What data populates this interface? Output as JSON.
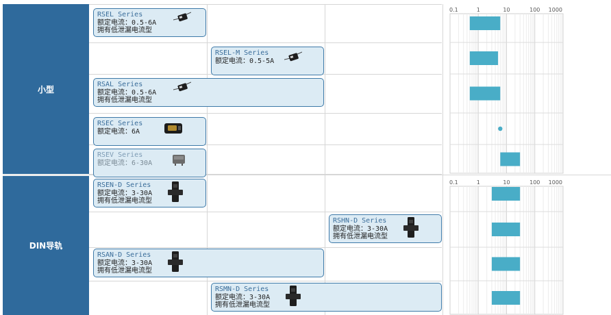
{
  "categories": [
    {
      "label": "小型"
    },
    {
      "label": "DIN导轨"
    }
  ],
  "rows": [
    {
      "name": "RSEL Series",
      "lines": [
        "额定电流：0.5-6A",
        "拥有低泄漏电流型"
      ],
      "icon": "inline-relay-icon"
    },
    {
      "name": "RSEL-M Series",
      "lines": [
        "额定电流：0.5-5A"
      ],
      "icon": "inline-relay-icon"
    },
    {
      "name": "RSAL Series",
      "lines": [
        "额定电流：0.5-6A",
        "拥有低泄漏电流型"
      ],
      "icon": "inline-relay-icon"
    },
    {
      "name": "RSEC Series",
      "lines": [
        "额定电流：6A"
      ],
      "icon": "compact-relay-icon"
    },
    {
      "name": "RSEV Series",
      "lines": [
        "额定电流：6-30A"
      ],
      "icon": "board-relay-icon"
    },
    {
      "name": "RSEN-D Series",
      "lines": [
        "额定电流：3-30A",
        "拥有低泄漏电流型"
      ],
      "icon": "din-relay-icon"
    },
    {
      "name": "RSHN-D Series",
      "lines": [
        "额定电流：3-30A",
        "拥有低泄漏电流型"
      ],
      "icon": "din-relay-icon"
    },
    {
      "name": "RSAN-D Series",
      "lines": [
        "额定电流：3-30A",
        "拥有低泄漏电流型"
      ],
      "icon": "din-relay-icon"
    },
    {
      "name": "RSMN-D Series",
      "lines": [
        "额定电流：3-30A",
        "拥有低泄漏电流型"
      ],
      "icon": "din-relay-icon"
    }
  ],
  "chart_data": [
    {
      "type": "range",
      "x_scale": "log",
      "xlim": [
        0.1,
        1000
      ],
      "x_ticks": [
        "0.1",
        "1",
        "10",
        "100",
        "1000"
      ],
      "grid": true,
      "color": "#49adc7",
      "ranges": [
        {
          "label": "RSEL Series",
          "min": 0.5,
          "max": 6
        },
        {
          "label": "RSEL-M Series",
          "min": 0.5,
          "max": 5
        },
        {
          "label": "RSAL Series",
          "min": 0.5,
          "max": 6
        },
        {
          "label": "RSEC Series",
          "min": 6,
          "max": 6
        },
        {
          "label": "RSEV Series",
          "min": 6,
          "max": 30
        }
      ]
    },
    {
      "type": "range",
      "x_scale": "log",
      "xlim": [
        0.1,
        1000
      ],
      "x_ticks": [
        "0.1",
        "1",
        "10",
        "100",
        "1000"
      ],
      "grid": true,
      "color": "#49adc7",
      "ranges": [
        {
          "label": "RSEN-D Series",
          "min": 3,
          "max": 30
        },
        {
          "label": "RSHN-D Series",
          "min": 3,
          "max": 30
        },
        {
          "label": "RSAN-D Series",
          "min": 3,
          "max": 30
        },
        {
          "label": "RSMN-D Series",
          "min": 3,
          "max": 30
        }
      ]
    }
  ]
}
